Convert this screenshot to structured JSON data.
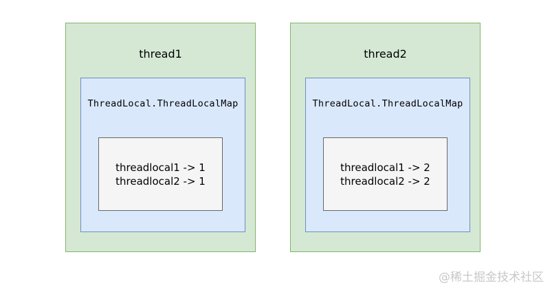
{
  "diagram": {
    "threads": [
      {
        "title": "thread1",
        "map_label": "ThreadLocal.ThreadLocalMap",
        "entries": [
          "threadlocal1 -> 1",
          "threadlocal2 -> 1"
        ]
      },
      {
        "title": "thread2",
        "map_label": "ThreadLocal.ThreadLocalMap",
        "entries": [
          "threadlocal1 -> 2",
          "threadlocal2 -> 2"
        ]
      }
    ],
    "colors": {
      "thread_fill": "#d5e8d4",
      "thread_border": "#82b366",
      "map_fill": "#dae8fc",
      "map_border": "#6c8ebf",
      "entries_fill": "#f5f5f5",
      "entries_border": "#666666",
      "watermark_color": "#c8c8c8"
    }
  },
  "watermark": {
    "text": "@稀土掘金技术社区"
  }
}
